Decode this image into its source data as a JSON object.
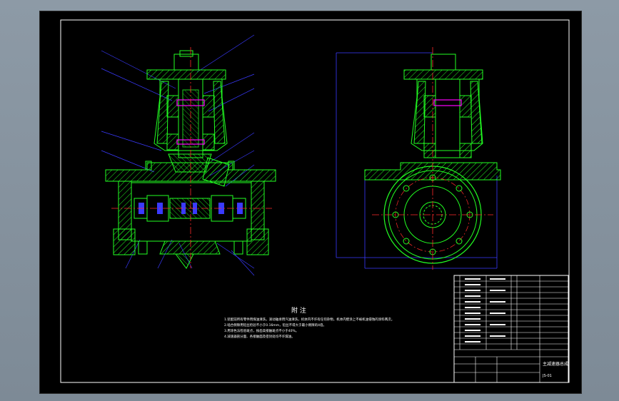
{
  "notes": {
    "title": "附 注",
    "lines": [
      "1.装配前所有零件用煤油清洗，滚动轴承用汽油清洗，机体内不许有任何杂物，机体内壁涂上不被机油侵蚀的涂料两次。",
      "2.啮合侧隙用铅丝检验不小于0.16mm，铅丝不得大于最小侧隙的4倍。",
      "3.用涂色法检验斑点，按齿高接触斑点不小于40%。",
      "4.减速器剖分面、各接触面及密封处均不许漏油。"
    ]
  },
  "title_block": {
    "drawing_name": "主减速器总成",
    "drawing_number": "JS-01"
  },
  "colors": {
    "background": "#000000",
    "part_outline": "#22ff22",
    "hatch": "#22ff22",
    "centerline": "#ff2a2a",
    "leader": "#3a3aff",
    "hidden": "#ff00ff",
    "frame": "#ffffff"
  }
}
